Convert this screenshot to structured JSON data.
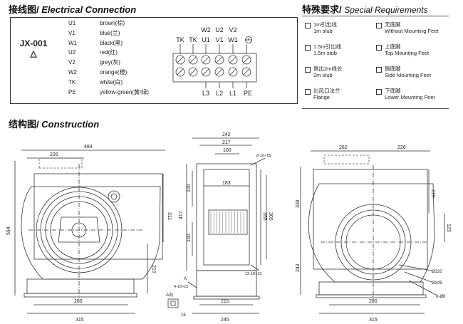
{
  "electrical": {
    "title_cn": "接线图/",
    "title_en": "Electrical Connection",
    "model": "JX-001",
    "model_symbol": "△",
    "wires": [
      {
        "code": "U1",
        "color": "brown(棕)"
      },
      {
        "code": "V1",
        "color": "blue(兰)"
      },
      {
        "code": "W1",
        "color": "black(黑)"
      },
      {
        "code": "U2",
        "color": "red(红)"
      },
      {
        "code": "V2",
        "color": "grey(灰)"
      },
      {
        "code": "W2",
        "color": "orange(橙)"
      },
      {
        "code": "TK",
        "color": "white(白)"
      },
      {
        "code": "PE",
        "color": "yellow-green(黄/绿)"
      }
    ],
    "terminal_top_labels": [
      "TK",
      "TK",
      "U1",
      "V1",
      "W1",
      "PE"
    ],
    "terminal_upper_labels": [
      "W2",
      "U2",
      "V2"
    ],
    "terminal_bottom_labels": [
      "L3",
      "L2",
      "L1",
      "PE"
    ],
    "ground_symbol": "⏚"
  },
  "special": {
    "title_cn": "特殊要求/",
    "title_en": "Special Requirements",
    "items": [
      {
        "cn": "1m引出线",
        "en": "1m stub"
      },
      {
        "cn": "无底脚",
        "en": "Without Mounting Feet"
      },
      {
        "cn": "1.5m引出线",
        "en": "1.5m stub"
      },
      {
        "cn": "上底脚",
        "en": "Top Mounting Feet"
      },
      {
        "cn": "侧出2m线长",
        "en": "2m stub"
      },
      {
        "cn": "侧底脚",
        "en": "Side Mounting Feet"
      },
      {
        "cn": "出风口法兰",
        "en": "Flange"
      },
      {
        "cn": "下底脚",
        "en": "Lower Mounting Feet"
      }
    ]
  },
  "construction": {
    "title_cn": "结构图/",
    "title_en": "Construction",
    "front": {
      "d_484": "484",
      "d_226": "226",
      "d_594": "594",
      "d_311": "311",
      "d_216": "216",
      "d_280": "280",
      "d_315": "315"
    },
    "side": {
      "d_242": "242",
      "d_217": "217",
      "d_100": "100",
      "d_183": "183",
      "d_417": "417",
      "d_355": "355",
      "d_305": "305",
      "d_100a": "100",
      "d_100b": "100",
      "d_215": "215",
      "d_245": "245",
      "d_8_10x15": "8-10×15",
      "d_12_10x15": "12-10×15",
      "d_4_10x15": "4-10×15",
      "a_mark": "A",
      "a_view": "A向",
      "d_15": "15"
    },
    "rear": {
      "d_262": "262",
      "d_226": "226",
      "d_338": "338",
      "d_219": "219",
      "d_123": "123",
      "d_243": "243",
      "d_280": "280",
      "d_315": "315",
      "d_phi320": "Ø320",
      "d_phi345": "Ø345",
      "d_6phi8": "6-Ø8"
    }
  }
}
